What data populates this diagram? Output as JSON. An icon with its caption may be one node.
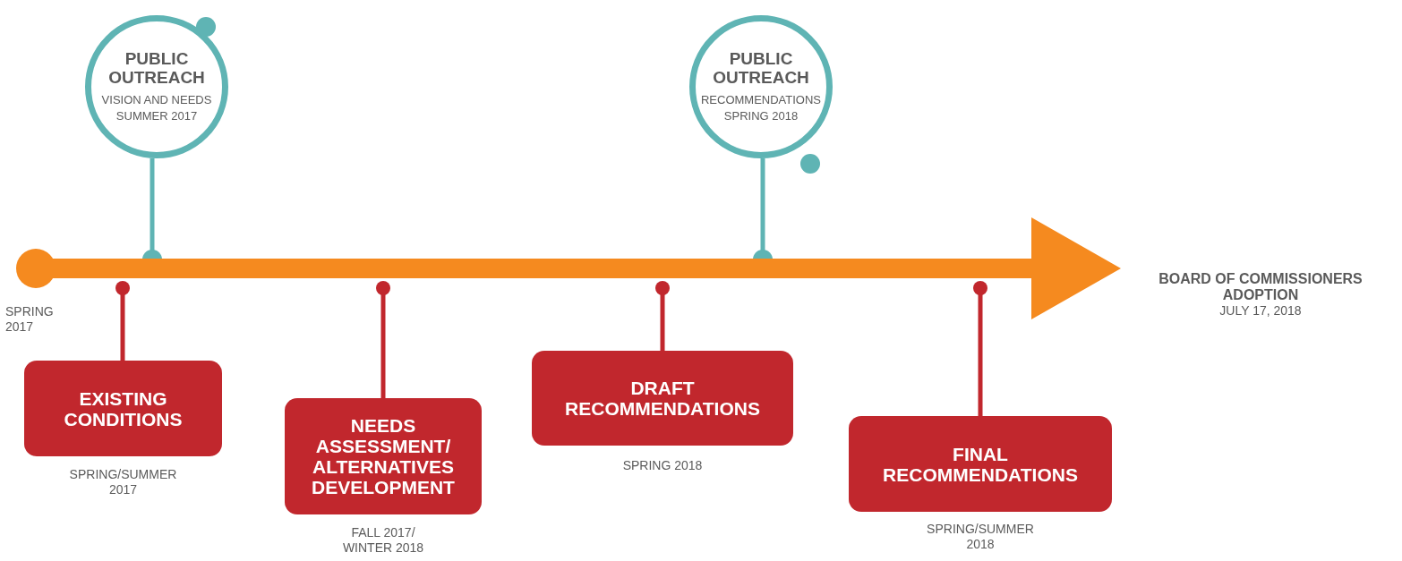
{
  "diagram": {
    "nodes": [
      {
        "text": [
          "PUBLIC OUTREACH",
          "VISION AND NEEDS",
          "SUMMER 2017"
        ]
      },
      {
        "text": [
          "PUBLIC OUTREACH",
          "RECOMMENDATIONS",
          "SPRING 2018"
        ]
      },
      {
        "text": [
          "EXISTING CONDITIONS"
        ],
        "beside": [
          "SPRING/SUMMER 2017"
        ]
      },
      {
        "text": [
          "NEEDS ASSESSMENT/ ALTERNATIVES DEVELOPMENT"
        ],
        "beside": [
          "FALL 2017/ WINTER 2018"
        ]
      },
      {
        "text": [
          "DRAFT RECOMMENDATIONS"
        ],
        "beside": [
          "SPRING 2018"
        ]
      },
      {
        "text": [
          "FINAL RECOMMENDATIONS"
        ],
        "beside": [
          "SPRING/SUMMER 2018"
        ]
      },
      {
        "text": [
          "BOARD OF COMMISSIONERS ADOPTION",
          "JULY 17, 2018"
        ]
      }
    ],
    "edges": [
      {
        "from": 0,
        "to": null,
        "arrow": "other",
        "color": "#5fb4b4"
      },
      {
        "from": 1,
        "to": null,
        "arrow": "other",
        "color": "#5fb4b4"
      },
      {
        "from": null,
        "to": 2,
        "arrow": "other"
      },
      {
        "from": null,
        "to": 3,
        "arrow": "other"
      },
      {
        "from": null,
        "to": 4,
        "arrow": "other"
      },
      {
        "from": null,
        "to": 5,
        "arrow": "other"
      },
      {
        "from": null,
        "to": 6,
        "arrow": "to",
        "style": "thick",
        "color": "#f58a1f"
      }
    ],
    "labels": [
      "SPRING 2017"
    ]
  }
}
